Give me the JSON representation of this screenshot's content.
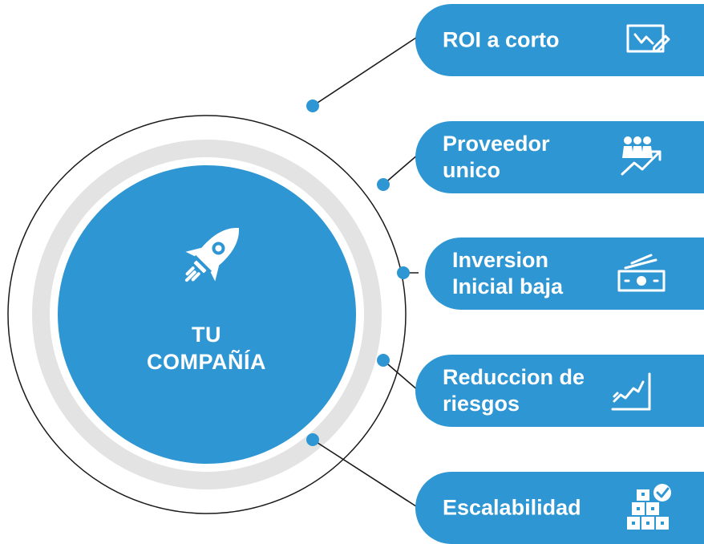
{
  "center": {
    "line1": "TU",
    "line2": "COMPAÑÍA",
    "icon": "rocket-icon"
  },
  "items": [
    {
      "lines": [
        "ROI a corto"
      ],
      "icon": "presentation-chart-icon"
    },
    {
      "lines": [
        "Proveedor",
        "unico"
      ],
      "icon": "team-growth-icon"
    },
    {
      "lines": [
        "Inversion",
        "Inicial baja"
      ],
      "icon": "money-stack-icon"
    },
    {
      "lines": [
        "Reduccion de",
        "riesgos"
      ],
      "icon": "trend-chart-icon"
    },
    {
      "lines": [
        "Escalabilidad"
      ],
      "icon": "boxes-check-icon"
    }
  ],
  "colors": {
    "primary": "#2e96d3",
    "ring": "#e3e3e3",
    "line": "#1a1a1a"
  }
}
